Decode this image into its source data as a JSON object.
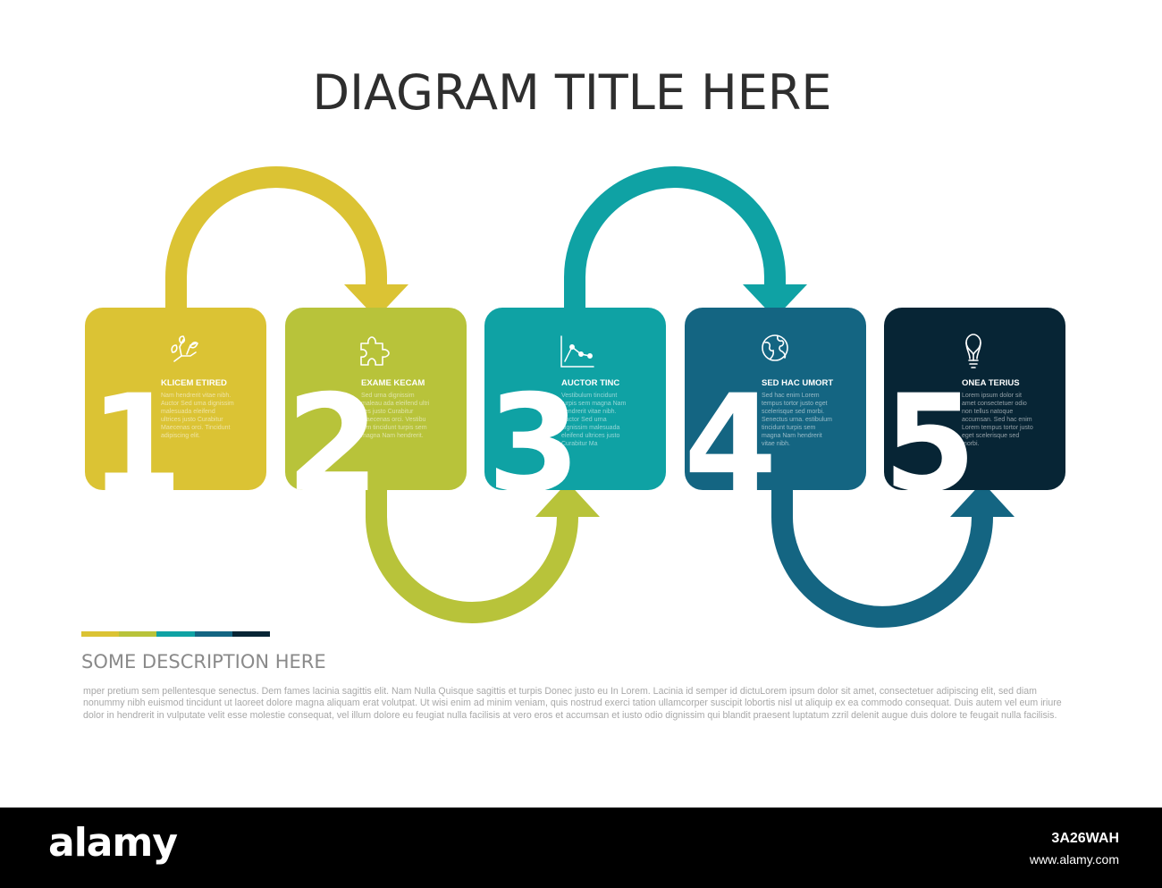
{
  "title": "DIAGRAM TITLE HERE",
  "colors": {
    "c1": "#dbc334",
    "c2": "#b8c33a",
    "c3": "#0fa2a4",
    "c4": "#146582",
    "c5": "#072535",
    "title_text": "#2e2e2e",
    "muted_text": "#8a8a8a"
  },
  "steps": [
    {
      "number": "1",
      "heading": "KLICEM ETIRED",
      "icon": "hand-with-leaves-icon",
      "text": [
        "Nam hendrerit vitae nibh.",
        "Auctor Sed urna dignissim",
        "malesuada eleifend",
        "ultrices justo Curabitur",
        "Maecenas orci. Tincidunt",
        "adipiscing elit."
      ]
    },
    {
      "number": "2",
      "heading": "EXAME KECAM",
      "icon": "puzzle-piece-icon",
      "text": [
        "Sed urna dignissim",
        "maleau ada eleifend ultri",
        "ces justo Curabitur",
        "Maecenas orci. Vestibu",
        "lum tincidunt turpis sem",
        "magna Nam hendrerit."
      ]
    },
    {
      "number": "3",
      "heading": "AUCTOR TINC",
      "icon": "line-chart-icon",
      "text": [
        "Vestibulum tincidunt",
        "turpis sem magna Nam",
        "hendrerit vitae nibh.",
        "Auctor Sed urna",
        "dignissim malesuada",
        "eleifend ultrices justo",
        "Curabitur Ma"
      ]
    },
    {
      "number": "4",
      "heading": "SED HAC UMORT",
      "icon": "globe-icon",
      "text": [
        "Sed hac enim Lorem",
        "tempus tortor justo eget",
        "scelerisque sed morbi.",
        "Senectus urna. estibulum",
        "tincidunt turpis sem",
        "magna Nam hendrerit",
        "vitae nibh."
      ]
    },
    {
      "number": "5",
      "heading": "ONEA TERIUS",
      "icon": "light-bulb-icon",
      "text": [
        "Lorem ipsum dolor sit",
        "amet consectetuer odio",
        "non tellus natoque",
        "accumsan. Sed hac enim",
        "Lorem tempus tortor justo",
        "eget scelerisque sed",
        "morbi."
      ]
    }
  ],
  "description": {
    "title": "SOME DESCRIPTION HERE",
    "text": "mper pretium sem pellentesque senectus. Dem fames lacinia sagittis elit. Nam Nulla Quisque sagittis et turpis Donec justo eu In Lorem. Lacinia id semper id dictuLorem ipsum dolor sit amet, consectetuer adipiscing elit, sed diam nonummy nibh euismod tincidunt ut laoreet dolore magna aliquam erat volutpat. Ut wisi enim ad minim veniam, quis nostrud exerci tation ullamcorper suscipit lobortis nisl ut aliquip ex ea commodo consequat. Duis autem vel eum iriure dolor in hendrerit in vulputate velit esse molestie consequat, vel illum dolore eu feugiat nulla facilisis at vero eros et accumsan et iusto odio dignissim qui blandit praesent luptatum zzril delenit augue duis dolore te feugait nulla facilisis."
  },
  "watermark": {
    "brand": "alamy",
    "image_id": "3A26WAH",
    "site": "www.alamy.com"
  }
}
